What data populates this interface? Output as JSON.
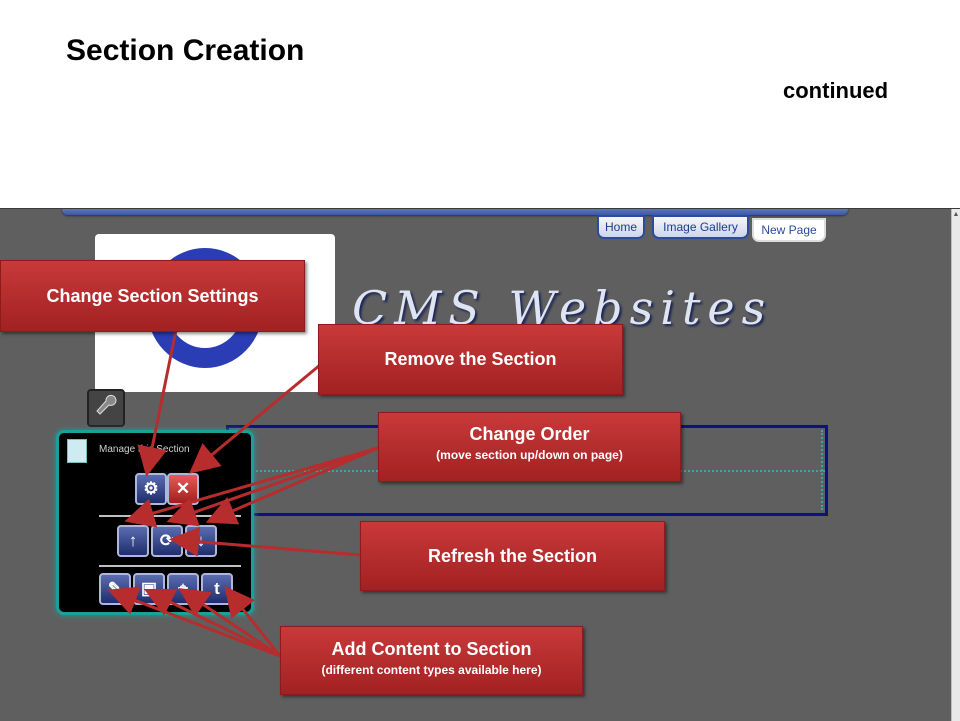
{
  "slide": {
    "title": "Section Creation",
    "subtitle": "continued"
  },
  "nav": {
    "tabs": [
      "Home",
      "Image Gallery",
      "New Page"
    ]
  },
  "site": {
    "logo_text": "CMS Websites"
  },
  "panel": {
    "title": "Manage this Section"
  },
  "callouts": {
    "settings": "Change Section Settings",
    "remove": "Remove the Section",
    "order_title": "Change Order",
    "order_sub": "(move section up/down on page)",
    "refresh": "Refresh the Section",
    "add_title": "Add Content to Section",
    "add_sub": "(different content types available here)"
  },
  "icons": [
    "settings-icon",
    "remove-icon",
    "move-up-icon",
    "refresh-icon",
    "move-down-icon",
    "text-content-icon",
    "image-content-icon",
    "map-content-icon",
    "twitter-content-icon"
  ],
  "colors": {
    "callout": "#b72c2d",
    "panel_border": "#1aa09a",
    "nav_border": "#2b4c9c"
  }
}
